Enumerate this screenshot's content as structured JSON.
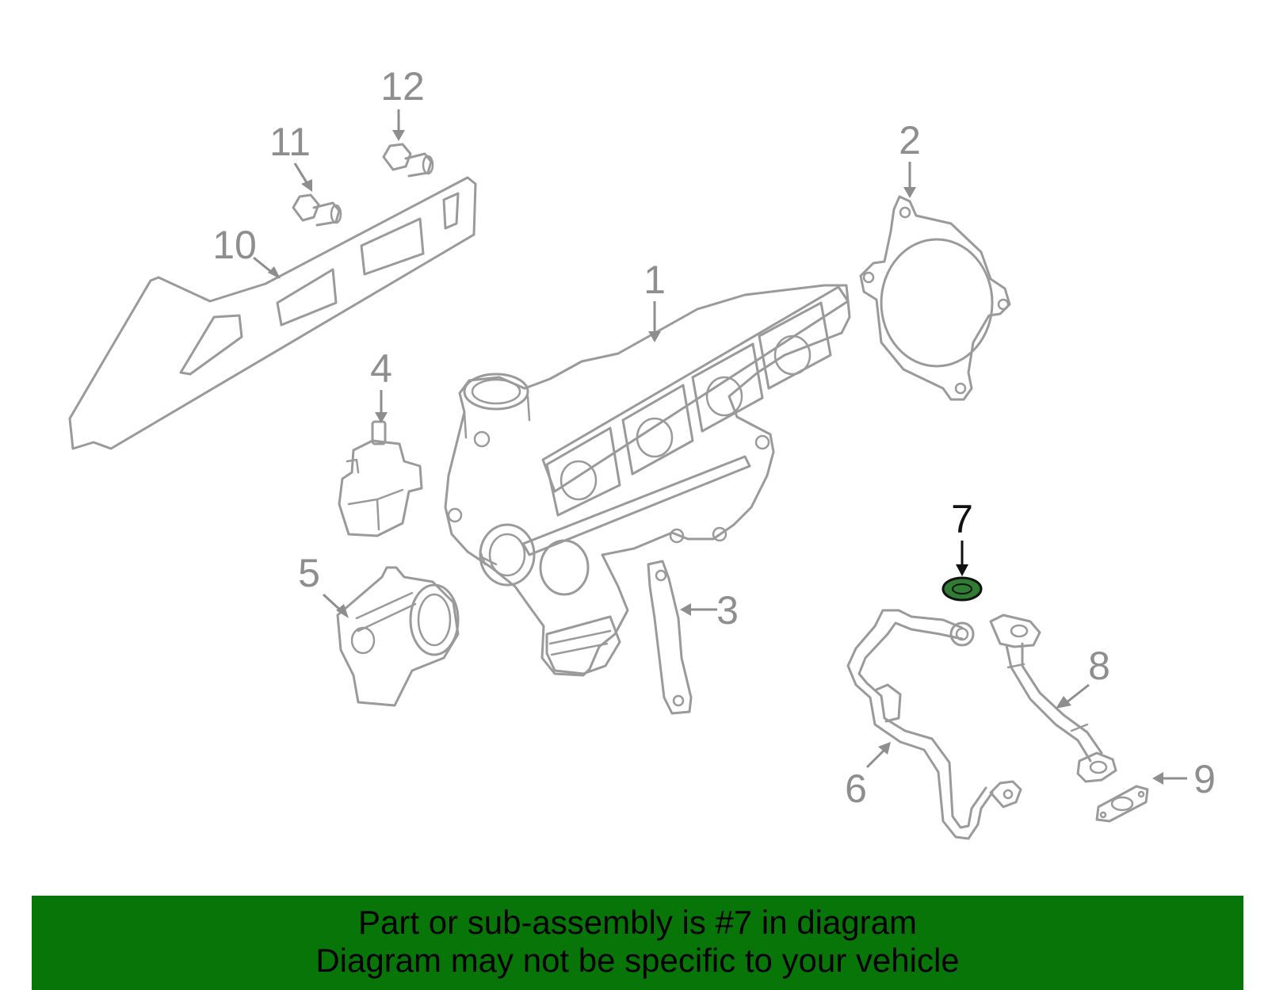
{
  "colors": {
    "highlight": "#2e7d32",
    "highlight_dark": "#1b5e20",
    "banner_bg": "#087508",
    "part_stroke": "#9a9a9a",
    "label_normal": "#8e8e8e",
    "label_highlight": "#111111"
  },
  "highlighted_part": "7",
  "callouts": [
    {
      "id": "1",
      "label": "1"
    },
    {
      "id": "2",
      "label": "2"
    },
    {
      "id": "3",
      "label": "3"
    },
    {
      "id": "4",
      "label": "4"
    },
    {
      "id": "5",
      "label": "5"
    },
    {
      "id": "6",
      "label": "6"
    },
    {
      "id": "7",
      "label": "7"
    },
    {
      "id": "8",
      "label": "8"
    },
    {
      "id": "9",
      "label": "9"
    },
    {
      "id": "10",
      "label": "10"
    },
    {
      "id": "11",
      "label": "11"
    },
    {
      "id": "12",
      "label": "12"
    }
  ],
  "banner": {
    "line1": "Part or sub-assembly is #7 in diagram",
    "line2": "Diagram may not be specific to your vehicle"
  }
}
